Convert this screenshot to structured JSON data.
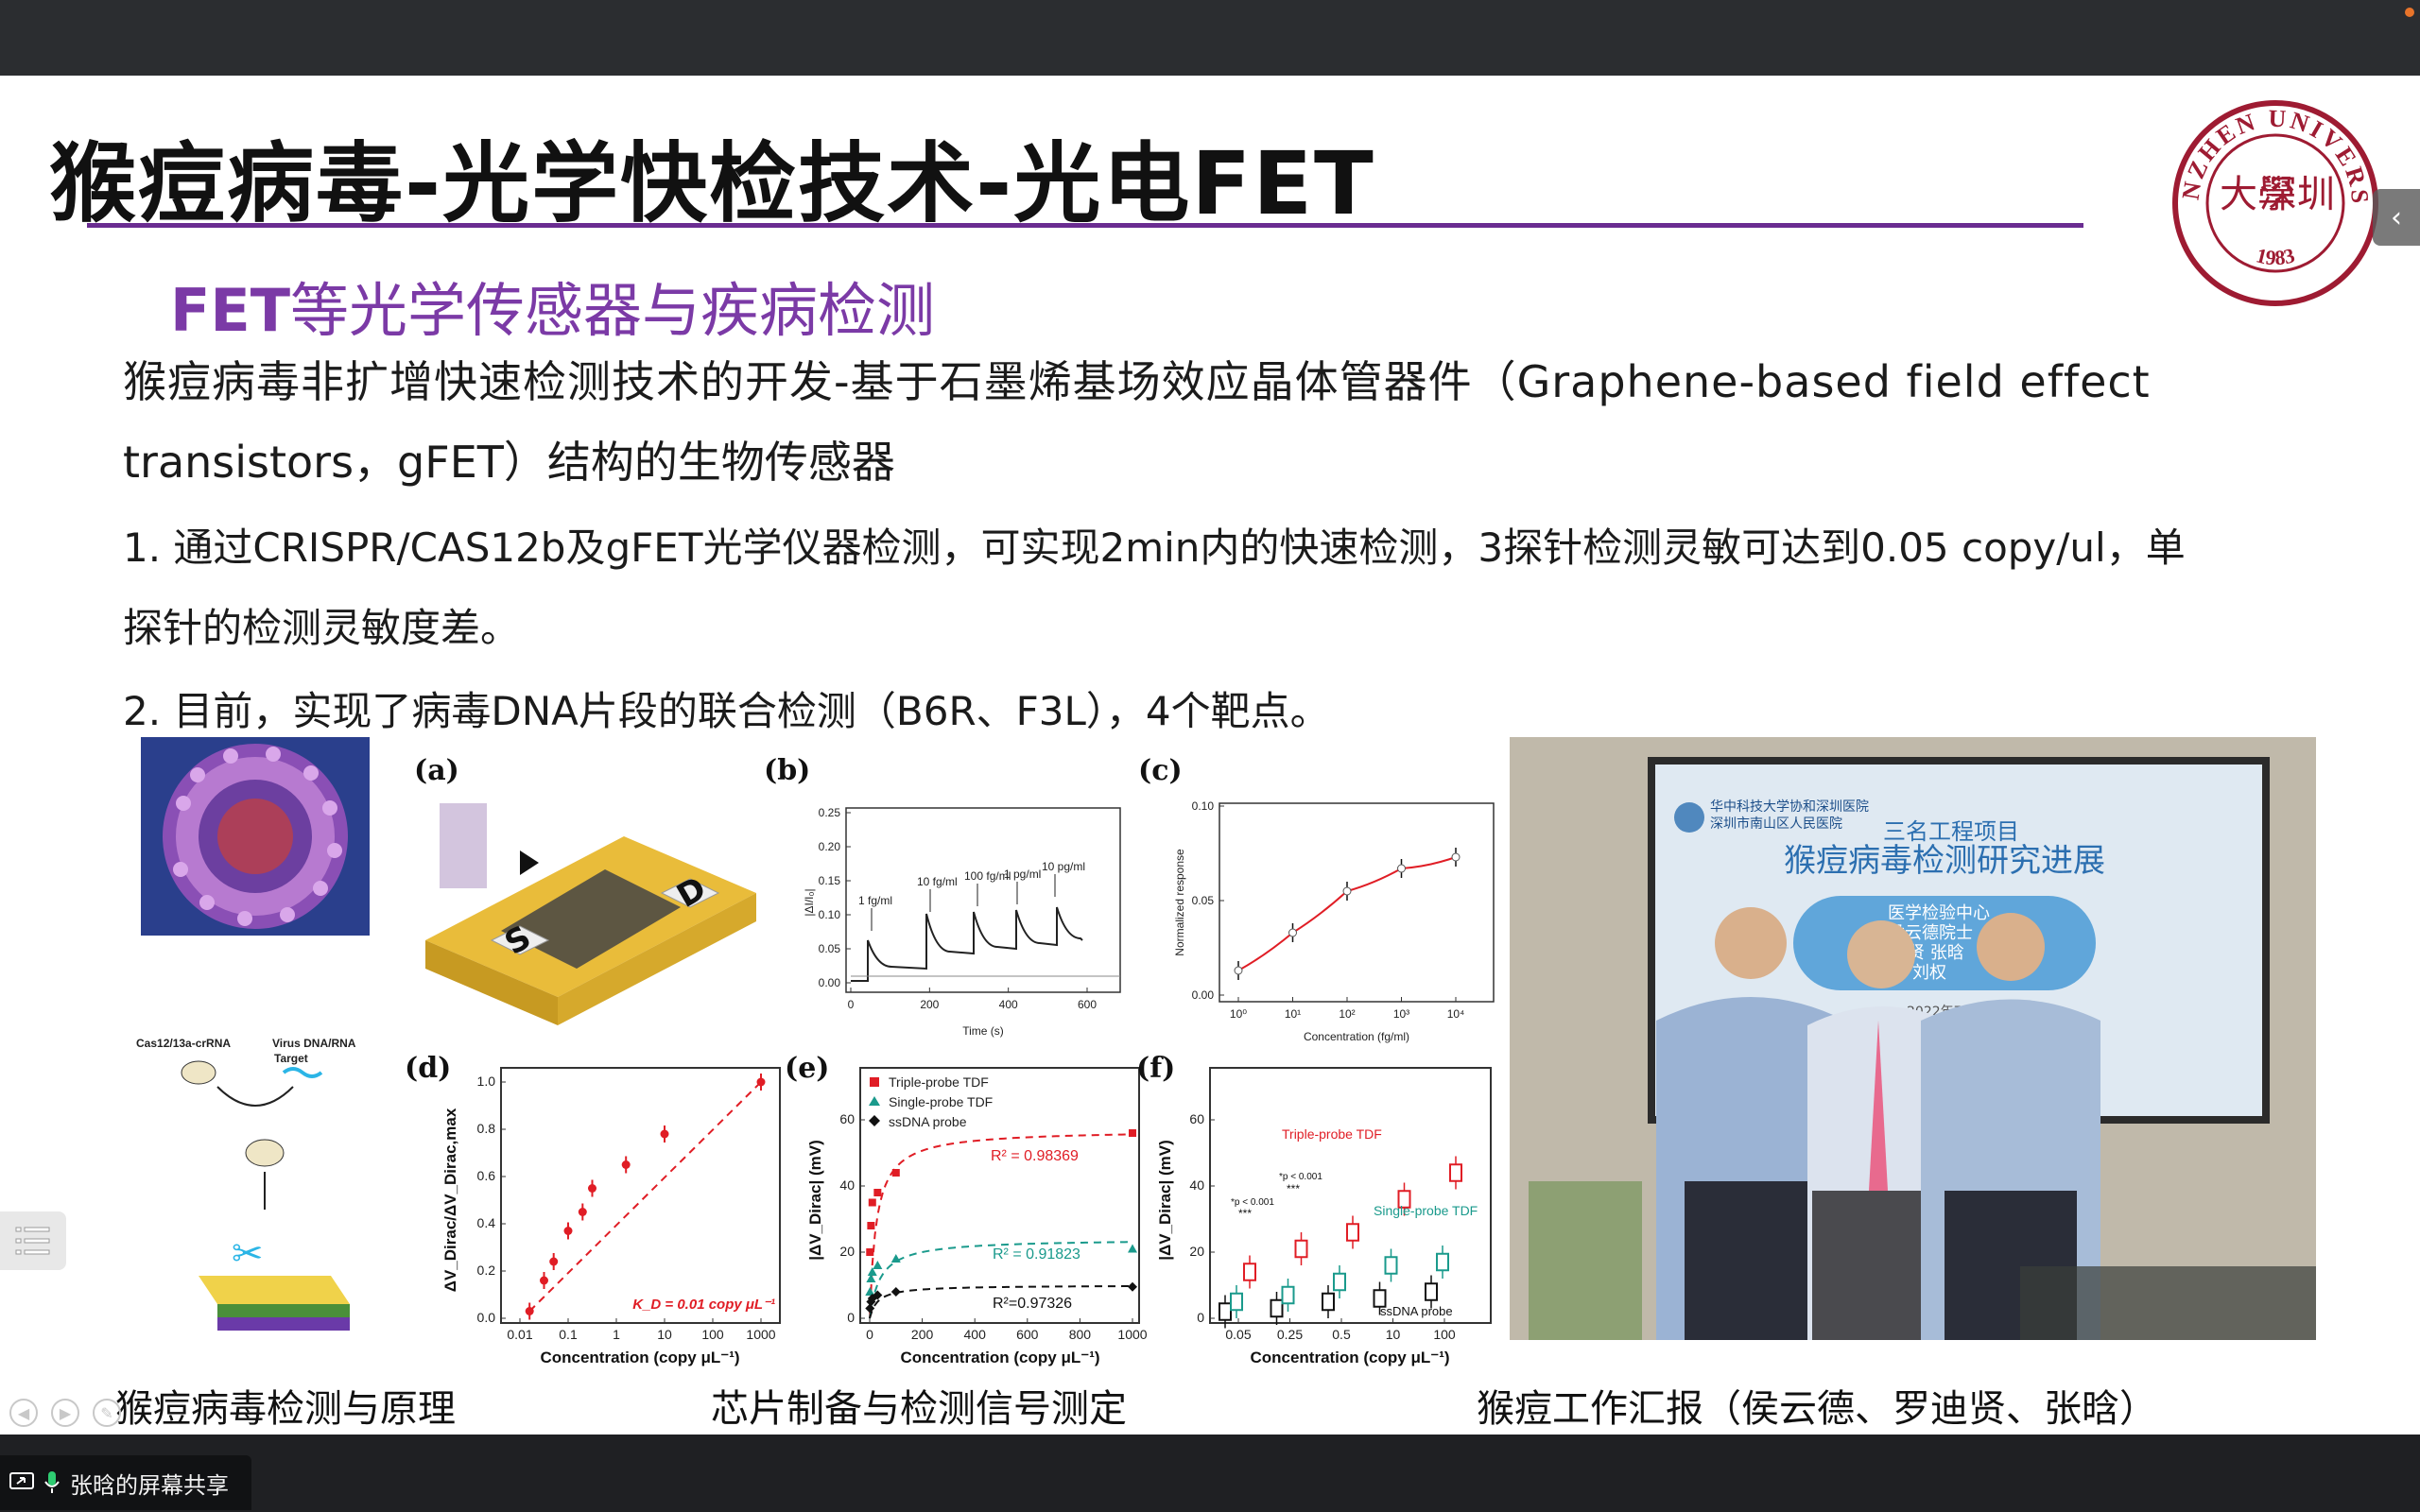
{
  "slide": {
    "title": "猴痘病毒-光学快检技术-光电FET",
    "subtitle_bold": "FET",
    "subtitle_rest": "等光学传感器与疾病检测",
    "intro_line1": "猴痘病毒非扩增快速检测技术的开发-基于石墨烯基场效应晶体管器件（Graphene-based field effect",
    "intro_line2": "transistors，gFET）结构的生物传感器",
    "point1_line1": "1. 通过CRISPR/CAS12b及gFET光学仪器检测，可实现2min内的快速检测，3探针检测灵敏可达到0.05 copy/ul，单",
    "point1_line2": "探针的检测灵敏度差。",
    "point2": "2. 目前，实现了病毒DNA片段的联合检测（B6R、F3L），4个靶点。",
    "caption_left": "猴痘病毒检测与原理",
    "caption_mid": "芯片制备与检测信号测定",
    "caption_right": "猴痘工作汇报（侯云德、罗迪贤、张晗）"
  },
  "logo": {
    "ring_text": "SHENZHEN UNIVERSITY",
    "center_text": "大學",
    "center_text2": "深圳",
    "year": "1983"
  },
  "figure": {
    "label_a": "(a)",
    "label_b": "(b)",
    "label_c": "(c)",
    "label_d": "(d)",
    "label_e": "(e)",
    "label_f": "(f)",
    "crispr_label1": "Cas12/13a-crRNA",
    "crispr_label2": "Virus DNA/RNA",
    "crispr_label3": "Target",
    "chip_S": "S",
    "chip_D": "D",
    "b_ylabel": "|ΔI/I₀|",
    "b_xlabel": "Time (s)",
    "b_xticks": [
      "0",
      "200",
      "400",
      "600"
    ],
    "b_yticks": [
      "0.00",
      "0.05",
      "0.10",
      "0.15",
      "0.20",
      "0.25"
    ],
    "b_annotations": [
      "1 fg/ml",
      "10 fg/ml",
      "100 fg/ml",
      "1 pg/ml",
      "10 pg/ml"
    ],
    "c_ylabel": "Normalized response",
    "c_xlabel": "Concentration (fg/ml)",
    "c_yticks": [
      "0.00",
      "0.05",
      "0.10"
    ],
    "c_xticks": [
      "10⁰",
      "10¹",
      "10²",
      "10³",
      "10⁴"
    ],
    "d_ylabel": "ΔV_Dirac/ΔV_Dirac,max",
    "d_xlabel": "Concentration (copy μL⁻¹)",
    "d_yticks": [
      "0.0",
      "0.2",
      "0.4",
      "0.6",
      "0.8",
      "1.0"
    ],
    "d_xticks": [
      "0.01",
      "0.1",
      "1",
      "10",
      "100",
      "1000"
    ],
    "d_kd": "K_D = 0.01 copy μL⁻¹",
    "e_ylabel": "|ΔV_Dirac| (mV)",
    "e_xlabel": "Concentration (copy μL⁻¹)",
    "e_yticks": [
      "0",
      "20",
      "40",
      "60"
    ],
    "e_xticks": [
      "0",
      "200",
      "400",
      "600",
      "800",
      "1000"
    ],
    "e_legend": [
      "Triple-probe TDF",
      "Single-probe TDF",
      "ssDNA probe"
    ],
    "e_r2": [
      "R² = 0.98369",
      "R² = 0.91823",
      "R²=0.97326"
    ],
    "f_ylabel": "|ΔV_Dirac| (mV)",
    "f_xlabel": "Concentration (copy μL⁻¹)",
    "f_yticks": [
      "0",
      "20",
      "40",
      "60"
    ],
    "f_xticks": [
      "0.05",
      "0.25",
      "0.5",
      "10",
      "100"
    ],
    "f_labels": [
      "Triple-probe TDF",
      "Single-probe TDF",
      "ssDNA probe"
    ],
    "f_sig1": "*p < 0.001",
    "f_sig2": "*p < 0.001",
    "f_stars": "***"
  },
  "photo": {
    "screen_line1": "华中科技大学协和深圳医院",
    "screen_line2": "深圳市南山区人民医院",
    "screen_project": "三名工程项目",
    "screen_title": "猴痘病毒检测研究进展",
    "screen_dept": "医学检验中心",
    "screen_name": "侯云德院士",
    "screen_names2": "罗迪贤  张晗",
    "screen_names3": "人：刘权",
    "screen_date": "2022年7月"
  },
  "share": {
    "label": "张晗的屏幕共享"
  },
  "colors": {
    "accent_purple": "#6a2c91",
    "subtitle_purple": "#7b3aa6",
    "red_series": "#e01d25",
    "teal_series": "#1a9a8c",
    "logo_red": "#9e1b32"
  }
}
